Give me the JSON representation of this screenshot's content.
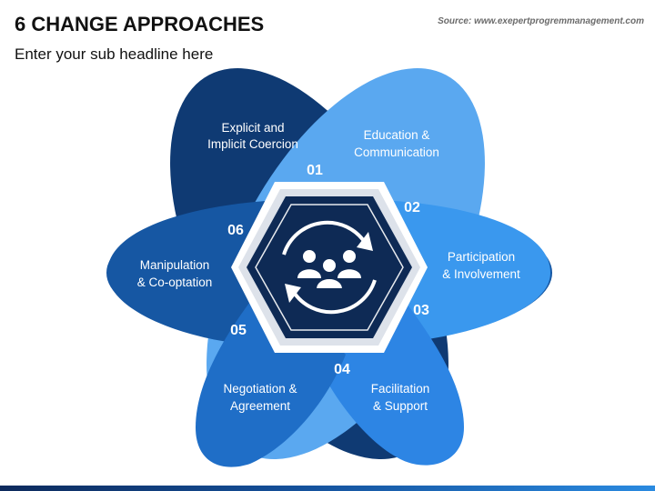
{
  "header": {
    "title": "6 CHANGE APPROACHES",
    "subtitle": "Enter your sub headline here",
    "source": "Source: www.exepertprogremmanagement.com"
  },
  "colors": {
    "petal_01": "#5aa8f0",
    "petal_02": "#3a98ee",
    "petal_03": "#2d85e4",
    "petal_04": "#1f6ec7",
    "petal_05": "#1657a3",
    "petal_06": "#0f3a73",
    "hexagon": "#0e2a55"
  },
  "items": [
    {
      "number": "01",
      "line1": "Education &",
      "line2": "Communication"
    },
    {
      "number": "02",
      "line1": "Participation",
      "line2": "& Involvement"
    },
    {
      "number": "03",
      "line1": "Facilitation",
      "line2": "& Support"
    },
    {
      "number": "04",
      "line1": "Negotiation &",
      "line2": "Agreement"
    },
    {
      "number": "05",
      "line1": "Manipulation",
      "line2": "& Co-optation"
    },
    {
      "number": "06",
      "line1": "Explicit and",
      "line2": "Implicit Coercion"
    }
  ],
  "center_icon": "team-change-icon"
}
